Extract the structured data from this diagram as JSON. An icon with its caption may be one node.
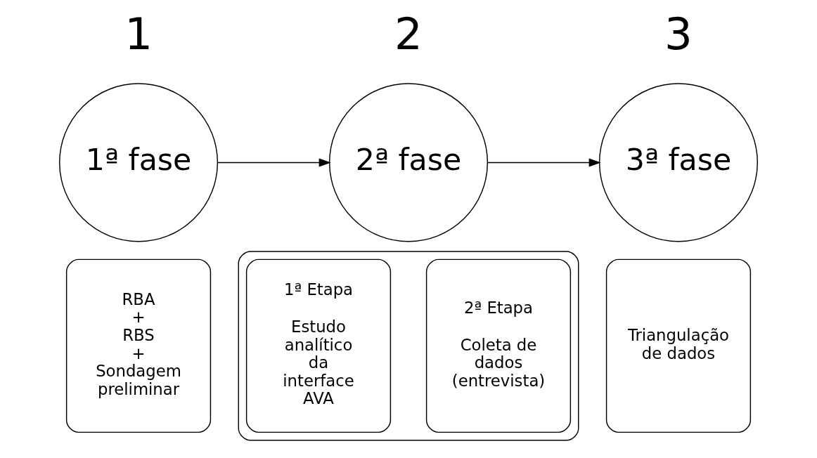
{
  "diagram": {
    "nodes": [
      {
        "text": [
          "1ª fase"
        ],
        "beside": [
          "1"
        ]
      },
      {
        "text": [
          "RBA + RBS + Sondagem preliminar"
        ]
      },
      {
        "text": [
          "2ª fase"
        ],
        "beside": [
          "2"
        ]
      },
      {
        "text": [],
        "shape": "box"
      },
      {
        "text": [
          "1ª Etapa",
          "Estudo analítico da interface AVA"
        ],
        "in": 3
      },
      {
        "text": [
          "2ª Etapa",
          "Coleta de dados (entrevista)"
        ],
        "in": 3
      },
      {
        "text": [
          "3ª fase"
        ],
        "beside": [
          "3"
        ]
      },
      {
        "text": [
          "Triangulação de dados"
        ]
      }
    ],
    "edges": [
      {
        "from": 0,
        "to": 2,
        "arrow": "to"
      },
      {
        "from": 2,
        "to": 6,
        "arrow": "to"
      }
    ]
  }
}
